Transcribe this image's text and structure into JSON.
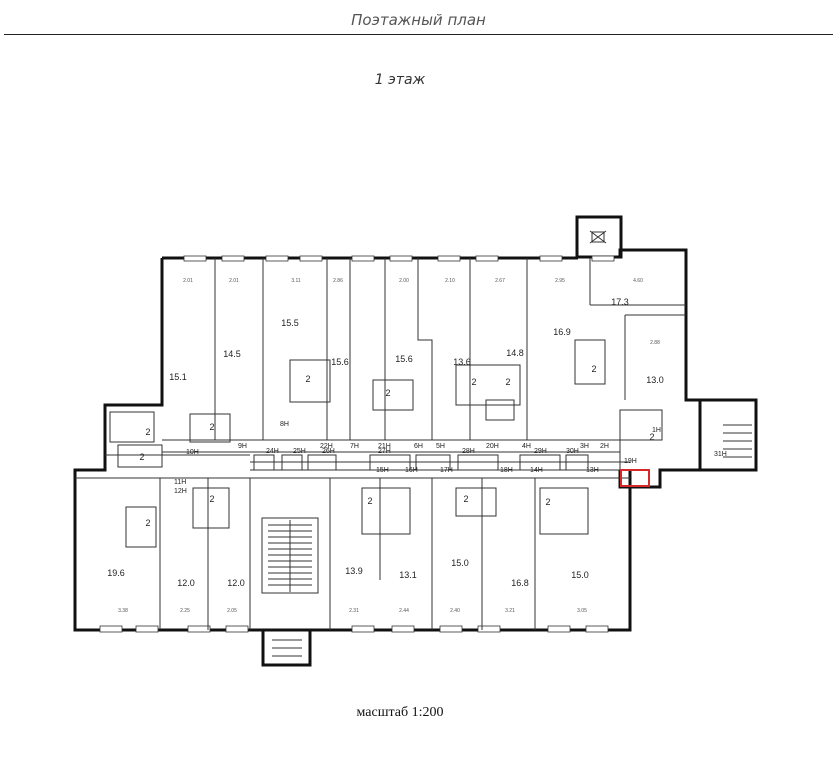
{
  "header": {
    "title": "Поэтажный план"
  },
  "floor": {
    "title": "1 этаж"
  },
  "footer": {
    "scale": "масштаб 1:200"
  },
  "highlight_color": "#d62828",
  "rooms_top": [
    {
      "area": "15.1",
      "w": "2.01"
    },
    {
      "area": "14.5",
      "w": "2.01"
    },
    {
      "area": "15.5",
      "w": "3.11"
    },
    {
      "area": "15.6",
      "w": "2.86"
    },
    {
      "area": "15.6",
      "w": "2.00"
    },
    {
      "area": "13.6",
      "w": "2.10"
    },
    {
      "area": "14.8",
      "w": "2.67"
    },
    {
      "area": "16.9",
      "w": "2.95"
    },
    {
      "area": "17.3",
      "w": "4.60"
    },
    {
      "area": "13.0",
      "w": "2.88"
    }
  ],
  "rooms_bottom": [
    {
      "area": "19.6",
      "w": "3.38"
    },
    {
      "area": "12.0",
      "w": "2.25"
    },
    {
      "area": "12.0",
      "w": "2.05"
    },
    {
      "area": "13.9",
      "w": "2.31"
    },
    {
      "area": "13.1",
      "w": "2.44"
    },
    {
      "area": "15.0",
      "w": "2.40"
    },
    {
      "area": "16.8",
      "w": "3.21"
    },
    {
      "area": "15.0",
      "w": "3.05"
    }
  ],
  "baths": [
    "2",
    "2",
    "2",
    "2",
    "2",
    "2",
    "2",
    "2",
    "2",
    "2",
    "2",
    "2",
    "2",
    "2"
  ],
  "corridor_labels": [
    "10Н",
    "9Н",
    "8Н",
    "22Н",
    "7Н",
    "21Н",
    "6Н",
    "5Н",
    "20Н",
    "4Н",
    "3Н",
    "2Н",
    "1Н",
    "24Н",
    "25Н",
    "26Н",
    "27Н",
    "28Н",
    "29Н",
    "30Н",
    "19Н",
    "31Н",
    "11Н",
    "12Н",
    "17Н",
    "18Н",
    "16Н",
    "15Н",
    "13Н",
    "14Н"
  ]
}
